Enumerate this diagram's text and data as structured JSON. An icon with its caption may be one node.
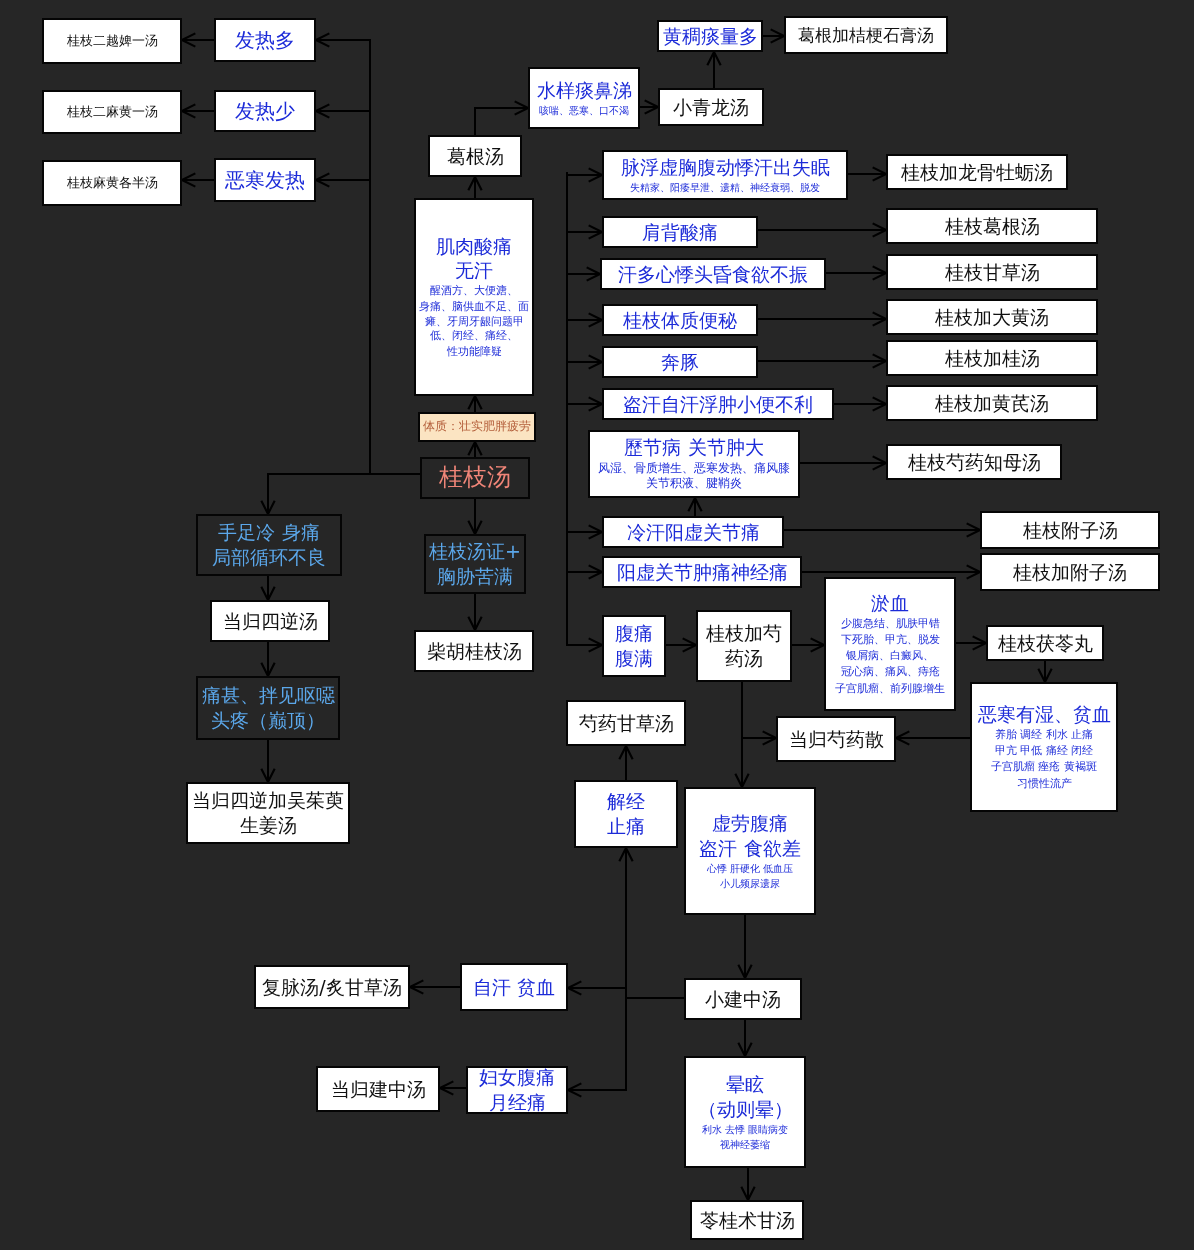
{
  "diagram": {
    "nodes": [
      {
        "text": [
          "桂枝汤"
        ]
      },
      {
        "text": [
          "体质：壮实肥胖疲劳"
        ]
      },
      {
        "text": [
          "肌肉酸痛",
          "无汗",
          "醒酒方、大便溏、",
          "身痛、脑供血不足、面瘫、牙周牙龈问题甲低、闭经、痛经、",
          "性功能障疑"
        ]
      },
      {
        "text": [
          "葛根汤"
        ]
      },
      {
        "text": [
          "水样痰鼻涕",
          "咳喘、恶寒、口不渴"
        ]
      },
      {
        "text": [
          "小青龙汤"
        ]
      },
      {
        "text": [
          "黄稠痰量多"
        ]
      },
      {
        "text": [
          "葛根加桔梗石膏汤"
        ]
      },
      {
        "text": [
          "发热多"
        ]
      },
      {
        "text": [
          "发热少"
        ]
      },
      {
        "text": [
          "恶寒发热"
        ]
      },
      {
        "text": [
          "桂枝二越婢一汤"
        ]
      },
      {
        "text": [
          "桂枝二麻黄一汤"
        ]
      },
      {
        "text": [
          "桂枝麻黄各半汤"
        ]
      },
      {
        "text": [
          "脉浮虚胸腹动悸汗出失眠",
          "失精家、阳痿早泄、遗精、神经衰弱、脱发"
        ]
      },
      {
        "text": [
          "桂枝加龙骨牡蛎汤"
        ]
      },
      {
        "text": [
          "肩背酸痛"
        ]
      },
      {
        "text": [
          "桂枝葛根汤"
        ]
      },
      {
        "text": [
          "汗多心悸头昏食欲不振"
        ]
      },
      {
        "text": [
          "桂枝甘草汤"
        ]
      },
      {
        "text": [
          "桂枝体质便秘"
        ]
      },
      {
        "text": [
          "桂枝加大黄汤"
        ]
      },
      {
        "text": [
          "奔豚"
        ]
      },
      {
        "text": [
          "桂枝加桂汤"
        ]
      },
      {
        "text": [
          "盗汗自汗浮肿小便不利"
        ]
      },
      {
        "text": [
          "桂枝加黄芪汤"
        ]
      },
      {
        "text": [
          "歷节病 关节肿大",
          "风湿、骨质增生、恶寒发热、痛风膝关节积液、腱鞘炎"
        ]
      },
      {
        "text": [
          "桂枝芍药知母汤"
        ]
      },
      {
        "text": [
          "冷汗阳虚关节痛"
        ]
      },
      {
        "text": [
          "桂枝附子汤"
        ]
      },
      {
        "text": [
          "阳虚关节肿痛神经痛"
        ]
      },
      {
        "text": [
          "桂枝加附子汤"
        ]
      },
      {
        "text": [
          "腹痛",
          "腹满"
        ]
      },
      {
        "text": [
          "桂枝加芍药汤"
        ]
      },
      {
        "text": [
          "淤血",
          "少腹急结、肌肤甲错",
          "下死胎、甲亢、脱发",
          "银屑病、白癜风、",
          "冠心病、痛风、痔疮",
          "子宫肌瘤、前列腺增生"
        ]
      },
      {
        "text": [
          "桂枝茯苓丸"
        ]
      },
      {
        "text": [
          "恶寒有湿、贫血",
          "养胎 调经 利水 止痛",
          "甲亢 甲低 痛经 闭经",
          "子宫肌瘤 痤疮 黄褐斑",
          "习惯性流产"
        ]
      },
      {
        "text": [
          "当归芍药散"
        ]
      },
      {
        "text": [
          "芍药甘草汤"
        ]
      },
      {
        "text": [
          "解经",
          "止痛"
        ]
      },
      {
        "text": [
          "虚劳腹痛",
          "盗汗 食欲差",
          "心悸 肝硬化 低血压",
          "小儿频尿遗尿"
        ]
      },
      {
        "text": [
          "小建中汤"
        ]
      },
      {
        "text": [
          "自汗 贫血"
        ]
      },
      {
        "text": [
          "复脉汤/炙甘草汤"
        ]
      },
      {
        "text": [
          "妇女腹痛",
          "月经痛"
        ]
      },
      {
        "text": [
          "当归建中汤"
        ]
      },
      {
        "text": [
          "晕眩",
          "（动则晕）",
          "利水 去悸 眼睛病变",
          "视神经萎缩"
        ]
      },
      {
        "text": [
          "苓桂术甘汤"
        ]
      },
      {
        "text": [
          "手足冷 身痛",
          "局部循环不良"
        ]
      },
      {
        "text": [
          "当归四逆汤"
        ]
      },
      {
        "text": [
          "痛甚、拌见呕噁",
          "头疼（巅顶）"
        ]
      },
      {
        "text": [
          "当归四逆加吴茱萸生姜汤"
        ]
      },
      {
        "text": [
          "桂枝汤证+",
          "胸胁苦满"
        ]
      },
      {
        "text": [
          "柴胡桂枝汤"
        ]
      }
    ],
    "edges": [
      {
        "from": 0,
        "to": 1,
        "arrow": "to"
      },
      {
        "from": 1,
        "to": 2,
        "arrow": "to"
      },
      {
        "from": 2,
        "to": 3,
        "arrow": "to"
      },
      {
        "from": 3,
        "to": 4,
        "arrow": "to"
      },
      {
        "from": 4,
        "to": 5,
        "arrow": "to"
      },
      {
        "from": 5,
        "to": 6,
        "arrow": "to"
      },
      {
        "from": 6,
        "to": 7,
        "arrow": "to"
      },
      {
        "from": 0,
        "to": 8,
        "arrow": "to"
      },
      {
        "from": 0,
        "to": 9,
        "arrow": "to"
      },
      {
        "from": 0,
        "to": 10,
        "arrow": "to"
      },
      {
        "from": 0,
        "to": 48,
        "arrow": "to"
      },
      {
        "from": 8,
        "to": 11,
        "arrow": "to"
      },
      {
        "from": 9,
        "to": 12,
        "arrow": "to"
      },
      {
        "from": 10,
        "to": 13,
        "arrow": "to"
      },
      {
        "from": 48,
        "to": 49,
        "arrow": "to"
      },
      {
        "from": 49,
        "to": 50,
        "arrow": "to"
      },
      {
        "from": 50,
        "to": 51,
        "arrow": "to"
      },
      {
        "from": 0,
        "to": 52,
        "arrow": "to"
      },
      {
        "from": 52,
        "to": 53,
        "arrow": "to"
      },
      {
        "from": null,
        "to": 14,
        "arrow": "to"
      },
      {
        "from": null,
        "to": 16,
        "arrow": "to"
      },
      {
        "from": null,
        "to": 18,
        "arrow": "to"
      },
      {
        "from": null,
        "to": 20,
        "arrow": "to"
      },
      {
        "from": null,
        "to": 22,
        "arrow": "to"
      },
      {
        "from": null,
        "to": 24,
        "arrow": "to"
      },
      {
        "from": null,
        "to": 28,
        "arrow": "to"
      },
      {
        "from": null,
        "to": 30,
        "arrow": "to"
      },
      {
        "from": null,
        "to": 32,
        "arrow": "to"
      },
      {
        "from": 14,
        "to": 15,
        "arrow": "to"
      },
      {
        "from": 16,
        "to": 17,
        "arrow": "to"
      },
      {
        "from": 18,
        "to": 19,
        "arrow": "to"
      },
      {
        "from": 20,
        "to": 21,
        "arrow": "to"
      },
      {
        "from": 22,
        "to": 23,
        "arrow": "to"
      },
      {
        "from": 24,
        "to": 25,
        "arrow": "to"
      },
      {
        "from": 26,
        "to": 27,
        "arrow": "to"
      },
      {
        "from": 28,
        "to": 26,
        "arrow": "to"
      },
      {
        "from": 28,
        "to": 29,
        "arrow": "to"
      },
      {
        "from": 30,
        "to": 31,
        "arrow": "to"
      },
      {
        "from": 32,
        "to": 33,
        "arrow": "to"
      },
      {
        "from": 33,
        "to": 34,
        "arrow": "to"
      },
      {
        "from": 34,
        "to": 35,
        "arrow": "to"
      },
      {
        "from": 35,
        "to": 36,
        "arrow": "to"
      },
      {
        "from": 36,
        "to": 37,
        "arrow": "to"
      },
      {
        "from": 33,
        "to": 37,
        "arrow": "to"
      },
      {
        "from": 33,
        "to": 40,
        "arrow": "to"
      },
      {
        "from": 40,
        "to": 41,
        "arrow": "to"
      },
      {
        "from": 41,
        "to": 46,
        "arrow": "to"
      },
      {
        "from": 46,
        "to": 47,
        "arrow": "to"
      },
      {
        "from": 41,
        "to": 39,
        "arrow": "to"
      },
      {
        "from": 41,
        "to": 42,
        "arrow": "to"
      },
      {
        "from": 41,
        "to": 44,
        "arrow": "to"
      },
      {
        "from": 39,
        "to": 38,
        "arrow": "to"
      },
      {
        "from": 42,
        "to": 43,
        "arrow": "to"
      },
      {
        "from": 44,
        "to": 45,
        "arrow": "to"
      }
    ]
  }
}
